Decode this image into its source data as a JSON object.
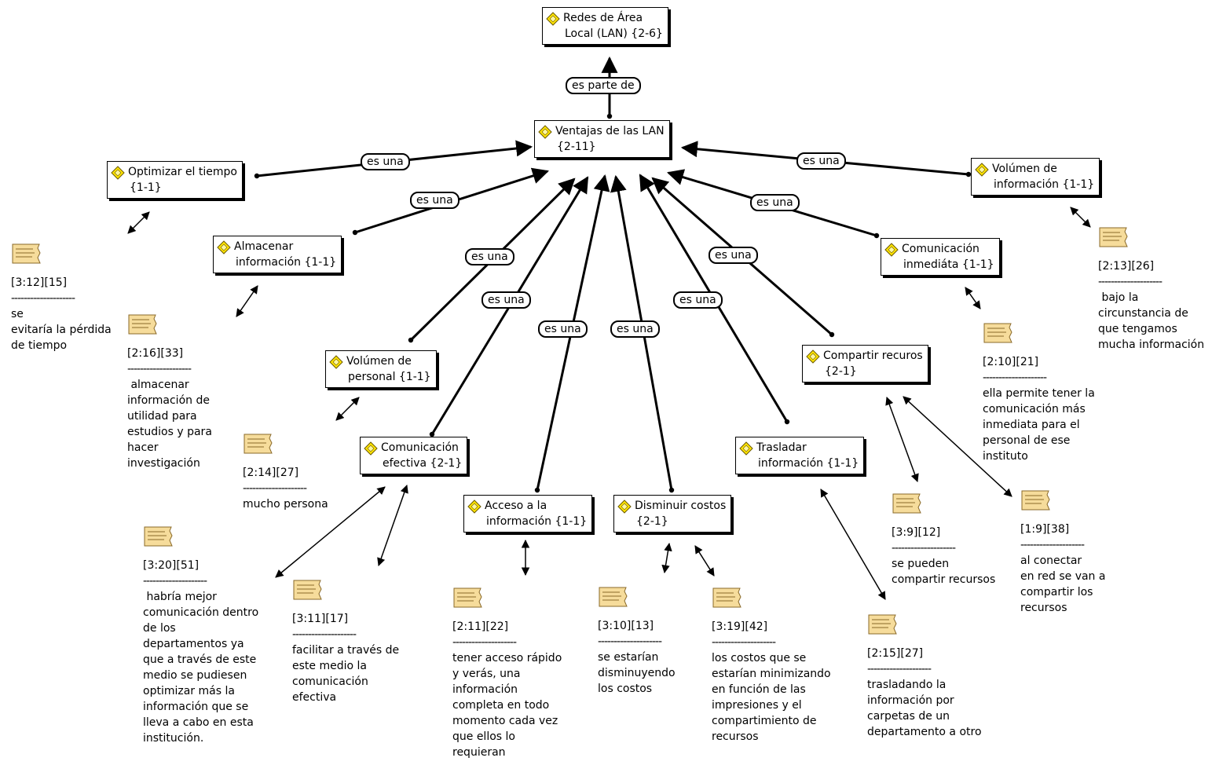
{
  "colors": {
    "line": "#000000",
    "node_bg": "#ffffff",
    "memo_fill": "#f6dc9b",
    "memo_stroke": "#8a6a2a",
    "icon_yellow": "#ffe400"
  },
  "icons": {
    "node": "code-diamond-icon",
    "memo": "memo-note-icon"
  },
  "nodes": {
    "root": {
      "l1": "Redes de Área",
      "l2": "Local (LAN) {2-6}"
    },
    "ventajas": {
      "l1": "Ventajas de las LAN",
      "l2": "{2-11}"
    },
    "optimizar": {
      "l1": "Optimizar el tiempo",
      "l2": "{1-1}"
    },
    "almacenar": {
      "l1": "Almacenar",
      "l2": "información {1-1}"
    },
    "vol_personal": {
      "l1": "Volúmen de",
      "l2": "personal {1-1}"
    },
    "com_efectiva": {
      "l1": "Comunicación",
      "l2": "efectiva {2-1}"
    },
    "acceso": {
      "l1": "Acceso a la",
      "l2": "información {1-1}"
    },
    "disminuir": {
      "l1": "Disminuir costos",
      "l2": "{2-1}"
    },
    "trasladar": {
      "l1": "Trasladar",
      "l2": "información {1-1}"
    },
    "compartir": {
      "l1": "Compartir recuros",
      "l2": "{2-1}"
    },
    "com_inmediata": {
      "l1": "Comunicación",
      "l2": "inmediáta {1-1}"
    },
    "vol_info": {
      "l1": "Volúmen de",
      "l2": "información {1-1}"
    }
  },
  "labels": {
    "es_parte_de": "es parte de",
    "es_una": "es una"
  },
  "memos": {
    "m1": {
      "id": "[3:12][15]",
      "dash": "--------------------",
      "body": "se\nevitaría la pérdida\nde tiempo"
    },
    "m2": {
      "id": "[2:16][33]",
      "dash": "--------------------",
      "body": " almacenar\ninformación de\nutilidad para\nestudios y para\nhacer\ninvestigación"
    },
    "m3": {
      "id": "[2:14][27]",
      "dash": "--------------------",
      "body": "mucho persona"
    },
    "m4": {
      "id": "[3:20][51]",
      "dash": "--------------------",
      "body": " habría mejor\ncomunicación dentro\nde los\ndepartamentos ya\nque a través de este\nmedio se pudiesen\noptimizar más la\ninformación que se\nlleva a cabo en esta\ninstitución."
    },
    "m5": {
      "id": "[3:11][17]",
      "dash": "--------------------",
      "body": "facilitar a través de\neste medio la\ncomunicación\nefectiva"
    },
    "m6": {
      "id": "[2:11][22]",
      "dash": "--------------------",
      "body": "tener acceso rápido\ny verás, una\ninformación\ncompleta en todo\nmomento cada vez\nque ellos lo\nrequieran"
    },
    "m7": {
      "id": "[3:10][13]",
      "dash": "--------------------",
      "body": "se estarían\ndisminuyendo\nlos costos"
    },
    "m8": {
      "id": "[3:19][42]",
      "dash": "--------------------",
      "body": "los costos que se\nestarían minimizando\nen función de las\nimpresiones y el\ncompartimiento de\nrecursos"
    },
    "m9": {
      "id": "[2:15][27]",
      "dash": "--------------------",
      "body": "trasladando la\ninformación por\ncarpetas de un\ndepartamento a otro"
    },
    "m10": {
      "id": "[3:9][12]",
      "dash": "--------------------",
      "body": "se pueden\ncompartir recursos"
    },
    "m11": {
      "id": "[1:9][38]",
      "dash": "--------------------",
      "body": "al conectar\nen red se van a\ncompartir los\nrecursos"
    },
    "m12": {
      "id": "[2:10][21]",
      "dash": "--------------------",
      "body": "ella permite tener la\ncomunicación más\ninmediata para el\npersonal de ese\ninstituto"
    },
    "m13": {
      "id": "[2:13][26]",
      "dash": "--------------------",
      "body": " bajo la\ncircunstancia de\nque tengamos\nmucha información"
    }
  }
}
